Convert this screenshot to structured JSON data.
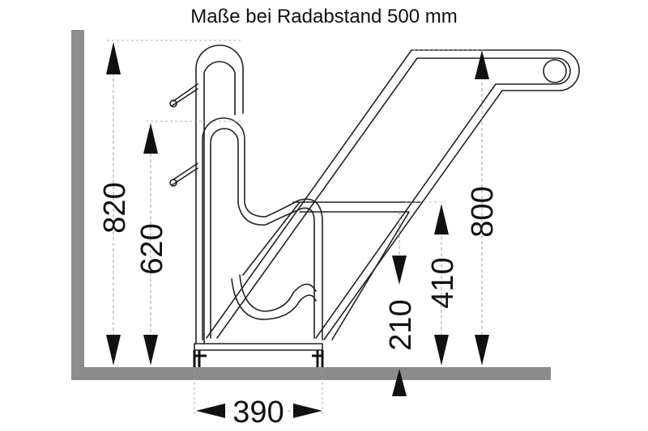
{
  "title": "Maße bei Radabstand 500 mm",
  "dimensions": {
    "overall_height_left": "820",
    "upper_holder_height": "620",
    "ramp_height_right": "800",
    "platform_height": "410",
    "lower_height": "210",
    "base_width": "390"
  },
  "colors": {
    "wall_floor": "#8c8c8c",
    "line": "#222222",
    "text": "#111111"
  }
}
